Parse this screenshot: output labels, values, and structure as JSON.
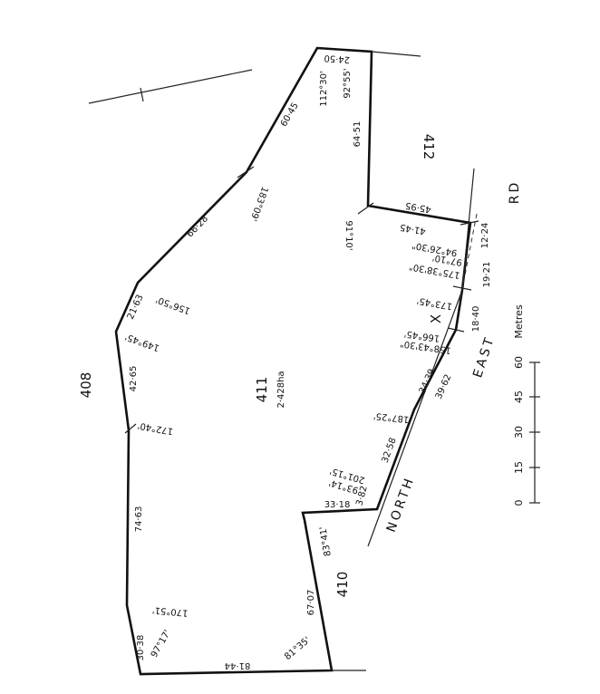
{
  "lots": {
    "main_number": "411",
    "main_area": "2·428ha",
    "north_east": "412",
    "west": "408",
    "south": "410"
  },
  "road": {
    "word_1": "NORTH",
    "word_2": "EAST",
    "word_3": "RD"
  },
  "scale": {
    "unit": "Metres",
    "ticks": [
      "0",
      "15",
      "30",
      "45",
      "60"
    ]
  },
  "dimensions": {
    "d_24_50": "24·50",
    "d_64_51": "64·51",
    "d_45_95": "45·95",
    "d_41_45": "41·45",
    "d_12_24": "12·24",
    "d_19_21": "19·21",
    "d_18_40": "18·40",
    "d_34_39": "34·39",
    "d_39_62": "39·62",
    "d_32_58": "32·58",
    "d_3_82": "3·82",
    "d_33_18": "33·18",
    "d_67_07": "67·07",
    "d_81_44": "81·44",
    "d_30_38": "30·38",
    "d_74_63": "74·63",
    "d_42_65": "42·65",
    "d_21_63": "21·63",
    "d_66_28": "66·28",
    "d_60_45": "60·45"
  },
  "bearings": {
    "b_112_30": "112°30'",
    "b_92_55": "92°55'",
    "b_183_09": "183°09'",
    "b_91_10": "91°10'",
    "b_94_26_30": "94°26'30\"",
    "b_97_10": "97°10'",
    "b_175_38_30": "175°38'30\"",
    "b_173_45": "173°45'",
    "b_166_45": "166°45'",
    "b_158_43_30": "158°43'30\"",
    "b_156_50": "156°50'",
    "b_149_45": "149°45'",
    "b_172_40": "172°40'",
    "b_187_25": "187°25'",
    "b_201_15": "201°15'",
    "b_93_14": "93°14'",
    "b_83_41": "83°41'",
    "b_170_51": "170°51'",
    "b_97_17": "97°17'",
    "b_81_35": "81°35'"
  },
  "marker": "X"
}
